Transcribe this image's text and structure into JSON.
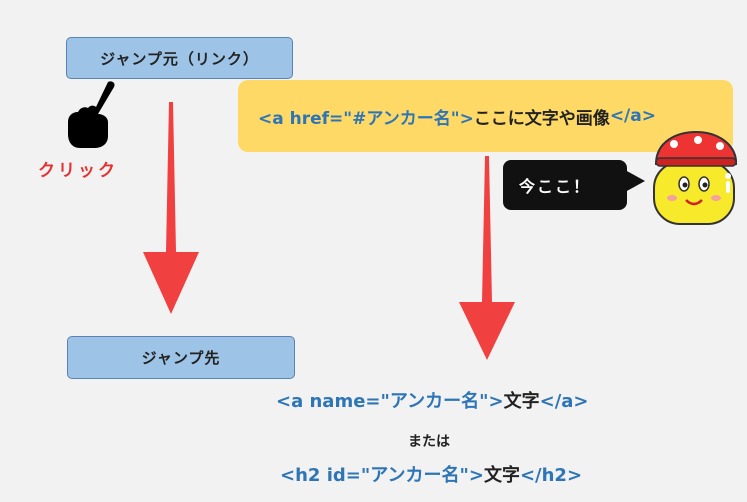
{
  "source_box": {
    "label": "ジャンプ元（リンク）"
  },
  "target_box": {
    "label": "ジャンプ先"
  },
  "click_label": "クリック",
  "code_banner": {
    "open_tag": "<a href=\"#アンカー名\">",
    "text": "ここに文字や画像",
    "close_tag": "</a>"
  },
  "bubble": {
    "text": "今ここ！"
  },
  "anchor_line": {
    "open_tag": "<a name=\"アンカー名\">",
    "text": "文字",
    "close_tag": "</a>"
  },
  "or_text": "または",
  "h2_line": {
    "open_tag": "<h2 id=\"アンカー名\">",
    "text": "文字",
    "close_tag": "</h2>"
  },
  "colors": {
    "box_fill": "#9dc3e6",
    "banner_fill": "#ffd966",
    "arrow_red": "#f04040",
    "code_blue": "#2e75b6",
    "click_red": "#e23232"
  },
  "icons": [
    "pointing-hand-icon",
    "mascot-icon",
    "down-arrow-icon"
  ]
}
